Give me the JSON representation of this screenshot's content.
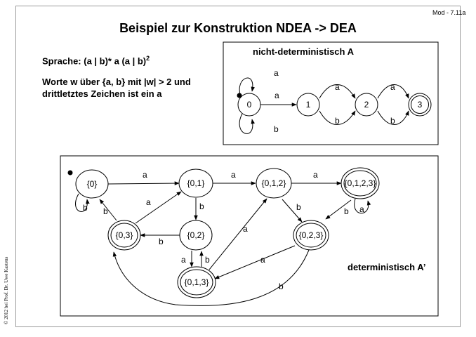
{
  "slide": {
    "code": "Mod - 7.11a",
    "title": "Beispiel zur Konstruktion NDEA -> DEA",
    "language_prefix": "Sprache: (a | b)* a (a | b)",
    "language_exponent": "2",
    "description_line1": "Worte w über {a, b} mit |w| > 2 und",
    "description_line2": "drittletztes Zeichen ist ein a",
    "copyright": "© 2012 bei Prof. Dr. Uwe Kastens"
  },
  "nfa": {
    "label": "nicht-deterministisch A",
    "states": [
      {
        "id": "n0",
        "label": "0",
        "start": true,
        "final": false
      },
      {
        "id": "n1",
        "label": "1",
        "start": false,
        "final": false
      },
      {
        "id": "n2",
        "label": "2",
        "start": false,
        "final": false
      },
      {
        "id": "n3",
        "label": "3",
        "start": false,
        "final": true
      }
    ],
    "edge_labels": {
      "n0_n0_a": "a",
      "n0_n0_b": "b",
      "n0_n1": "a",
      "n1_n2_a": "a",
      "n1_n2_b": "b",
      "n2_n3_a": "a",
      "n2_n3_b": "b"
    }
  },
  "dfa": {
    "label": "deterministisch A’",
    "states": [
      {
        "id": "s0",
        "label": "{0}",
        "start": true,
        "final": false
      },
      {
        "id": "s01",
        "label": "{0,1}",
        "start": false,
        "final": false
      },
      {
        "id": "s012",
        "label": "{0,1,2}",
        "start": false,
        "final": false
      },
      {
        "id": "s0123",
        "label": "{0,1,2,3}",
        "start": false,
        "final": true
      },
      {
        "id": "s03",
        "label": "{0,3}",
        "start": false,
        "final": true
      },
      {
        "id": "s02",
        "label": "{0,2}",
        "start": false,
        "final": false
      },
      {
        "id": "s023",
        "label": "{0,2,3}",
        "start": false,
        "final": true
      },
      {
        "id": "s013",
        "label": "{0,1,3}",
        "start": false,
        "final": true
      }
    ],
    "edge_labels": {
      "s0_s0": "b",
      "s0_s01": "a",
      "s01_s012": "a",
      "s012_s0123": "a",
      "s0123_s0123": "a",
      "s0123_s023": "b",
      "s012_s023": "b",
      "s01_s02": "b",
      "s02_s03": "b",
      "s03_s01": "a",
      "s03_s0": "b",
      "s02_s013": "a",
      "s013_s02": "b",
      "s013_s012": "a",
      "s023_s013": "a",
      "s023_s03": "b"
    }
  }
}
